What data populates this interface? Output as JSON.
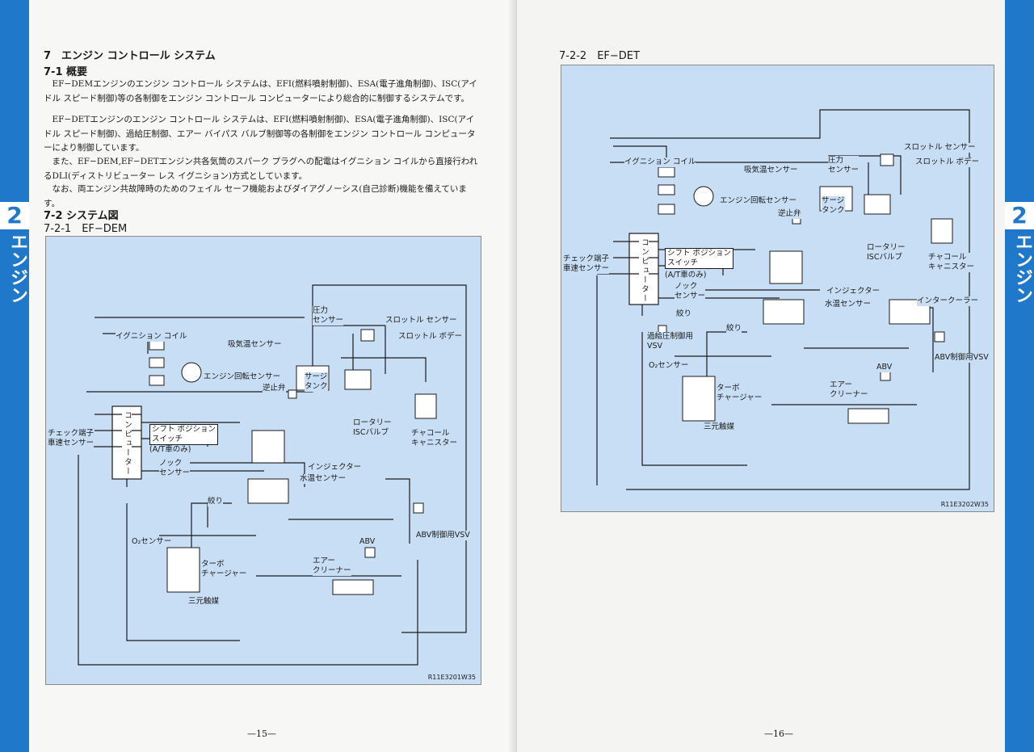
{
  "section_tab": {
    "number": "2",
    "label": "エンジン"
  },
  "left_page": {
    "heading": "7　エンジン コントロール システム",
    "sub1": "7-1 概要",
    "paragraphs": [
      "EF−DEMエンジンのエンジン コントロール システムは、EFI(燃料噴射制御)、ESA(電子進角制御)、ISC(アイドル スピード制御)等の各制御をエンジン コントロール コンピューターにより総合的に制御するシステムです。",
      "EF−DETエンジンのエンジン コントロール システムは、EFI(燃料噴射制御)、ESA(電子進角制御)、ISC(アイドル スピード制御)、過給圧制御、エアー バイパス バルブ制御等の各制御をエンジン コントロール コンピューターにより制御しています。",
      "また、EF−DEM,EF−DETエンジン共各気筒のスパーク プラグへの配電はイグニション コイルから直接行われるDLI(ディストリビューター レス イグニション)方式としています。",
      "なお、両エンジン共故障時のためのフェイル セーフ機能およびダイアグノーシス(自己診断)機能を備えています。"
    ],
    "sub2": "7-2 システム図",
    "sub3": "7-2-1　EF−DEM",
    "page_number": "—15—",
    "diagram": {
      "code": "R11E3201W35",
      "labels": {
        "throttle_sensor": "スロットル センサー",
        "pressure_sensor": "圧力\nセンサー",
        "throttle_body": "スロットル ボデー",
        "ignition_coil": "イグニション コイル",
        "intake_temp_sensor": "吸気温センサー",
        "engine_speed_sensor": "エンジン回転センサー",
        "check_valve": "逆止弁",
        "surge_tank": "サージ\nタンク",
        "computer": "コンピューター",
        "check_terminal": "チェック端子",
        "speed_sensor": "車速センサー",
        "shift_switch": "シフト ポジション\nスイッチ",
        "at_only": "(A/T車のみ)",
        "rotary_isc": "ロータリー\nISCバルブ",
        "charcoal_canister": "チャコール\nキャニスター",
        "knock_sensor": "ノック\nセンサー",
        "injector": "インジェクター",
        "water_temp_sensor": "水温センサー",
        "restrictor": "絞り",
        "o2_sensor": "O₂センサー",
        "turbo": "ターボ\nチャージャー",
        "abv": "ABV",
        "abv_vsv": "ABV制御用VSV",
        "air_cleaner": "エアー\nクリーナー",
        "catalyst": "三元触媒"
      }
    }
  },
  "right_page": {
    "sub": "7-2-2　EF−DET",
    "page_number": "—16—",
    "diagram": {
      "code": "R11E3202W35",
      "labels": {
        "throttle_sensor": "スロットル センサー",
        "pressure_sensor": "圧力\nセンサー",
        "throttle_body": "スロットル ボデー",
        "ignition_coil": "イグニション コイル",
        "intake_temp_sensor": "吸気温センサー",
        "engine_speed_sensor": "エンジン回転センサー",
        "check_valve": "逆止弁",
        "surge_tank": "サージ\nタンク",
        "computer": "コンピューター",
        "check_terminal": "チェック端子",
        "speed_sensor": "車速センサー",
        "shift_switch": "シフト ポジション\nスイッチ",
        "at_only": "(A/T車のみ)",
        "rotary_isc": "ロータリー\nISCバルブ",
        "charcoal_canister": "チャコール\nキャニスター",
        "knock_sensor": "ノック\nセンサー",
        "injector": "インジェクター",
        "water_temp_sensor": "水温センサー",
        "intercooler": "インタークーラー",
        "restrictor": "絞り",
        "restrictor2": "絞り",
        "boost_vsv": "過給圧制御用\nVSV",
        "o2_sensor": "O₂センサー",
        "turbo": "ターボ\nチャージャー",
        "abv": "ABV",
        "abv_vsv": "ABV制御用VSV",
        "air_cleaner": "エアー\nクリーナー",
        "catalyst": "三元触媒"
      }
    }
  }
}
